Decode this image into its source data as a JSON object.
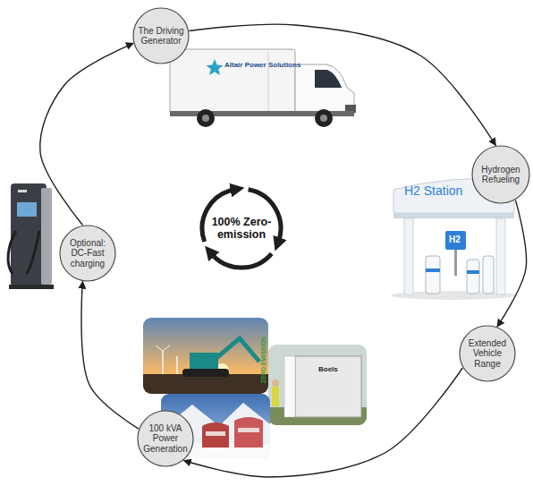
{
  "diagram": {
    "nodes": [
      {
        "text": [
          "The Driving Generator"
        ]
      },
      {
        "text": [
          "Hydrogen Refueling"
        ]
      },
      {
        "text": [
          "Extended Vehicle Range"
        ]
      },
      {
        "text": [
          "100 kVA Power Generation"
        ]
      },
      {
        "text": [
          "Optional: DC-Fast charging"
        ]
      },
      {
        "text": [
          "100% Zero-emission"
        ]
      }
    ],
    "edges": [
      {
        "from": 0,
        "to": 1,
        "arrow": "to"
      },
      {
        "from": 1,
        "to": 2,
        "arrow": "to"
      },
      {
        "from": 2,
        "to": 3,
        "arrow": "to"
      },
      {
        "from": 3,
        "to": 4,
        "arrow": "to"
      },
      {
        "from": 4,
        "to": 0,
        "arrow": "to"
      }
    ],
    "labels": [
      "Altair Power Solutions",
      "H2 Station",
      "H2",
      "ZERO EMISSION",
      "Boels"
    ]
  }
}
